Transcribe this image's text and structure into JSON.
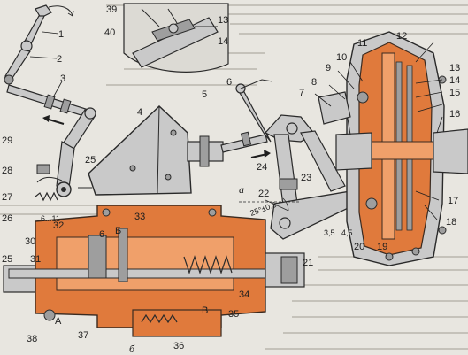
{
  "labels": {
    "l1": "1",
    "l2": "2",
    "l3": "3",
    "l4": "4",
    "l5": "5",
    "l6a": "6",
    "l7": "7",
    "l8": "8",
    "l9": "9",
    "l10": "10",
    "l11": "11",
    "l12": "12",
    "l13": "13",
    "l14": "14",
    "l15": "15",
    "l16": "16",
    "l17": "17",
    "l18": "18",
    "l19": "19",
    "l20": "20",
    "l21": "21",
    "l22": "22",
    "l23": "23",
    "l24": "24",
    "l25a": "25",
    "l25b": "25",
    "l26": "26",
    "l27": "27",
    "l28": "28",
    "l29": "29",
    "l30": "30",
    "l31": "31",
    "l32": "32",
    "l33": "33",
    "l34": "34",
    "l35": "35",
    "l36": "36",
    "l37": "37",
    "l38": "38",
    "l39": "39",
    "l40": "40",
    "l13b": "13",
    "l14b": "14",
    "l6b": "6",
    "la": "a",
    "lA": "А",
    "lB": "Б",
    "lV": "В",
    "lb": "б",
    "dim_travel": "6...11",
    "dim_gap": "3,5...4,5",
    "dim_angle": "25°±0,5"
  }
}
